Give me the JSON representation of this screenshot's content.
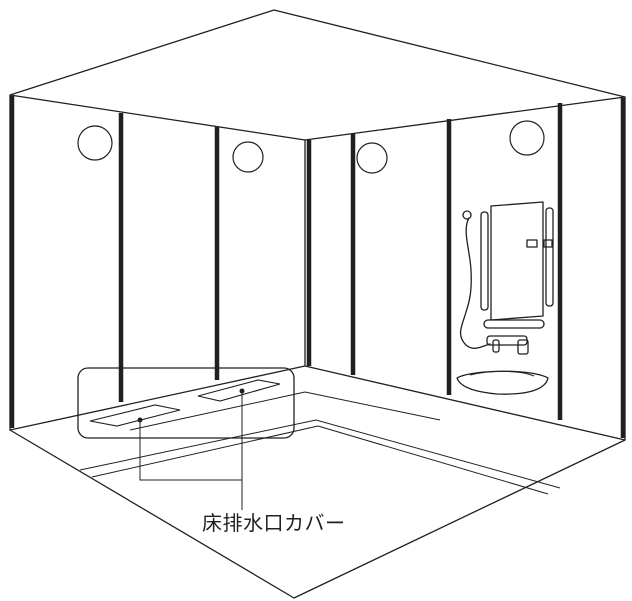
{
  "diagram": {
    "callout": {
      "label": "床排水口カバー"
    },
    "colors": {
      "line": "#231f20",
      "background": "#ffffff"
    },
    "components": [
      "ceiling",
      "wall-panels",
      "ceiling-lights",
      "mirror",
      "grab-bars",
      "shower-hose",
      "faucet",
      "wash-basin",
      "floor-drain-covers"
    ]
  }
}
